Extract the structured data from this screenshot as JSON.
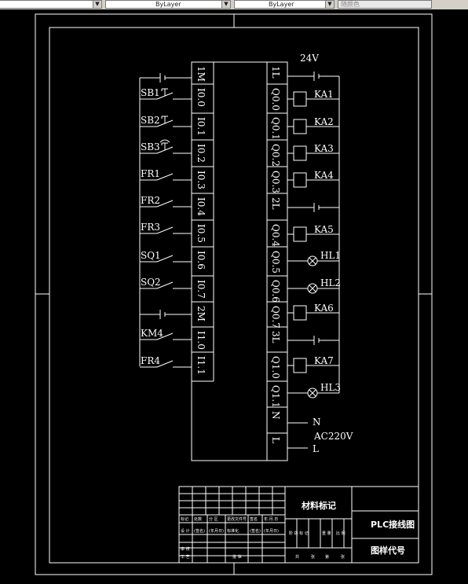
{
  "toolbar": {
    "linetype_value": "ByLayer",
    "lineweight_value": "ByLayer",
    "plotstyle_value": "随颜色"
  },
  "diagram": {
    "supply_dc_label": "24V",
    "input_buttons": [
      "SB1",
      "SB2",
      "SB3"
    ],
    "thermal_relays": [
      "FR1",
      "FR2",
      "FR3"
    ],
    "limit_switches": [
      "SQ1",
      "SQ2"
    ],
    "contact_km4": "KM4",
    "thermal_fr4": "FR4",
    "plc_left_terms": [
      "1M",
      "I0.0",
      "I0.1",
      "I0.2",
      "I0.3",
      "I0.4",
      "I0.5",
      "I0.6",
      "I0.7",
      "2M",
      "I1.0",
      "I1.1"
    ],
    "plc_right_terms": [
      "1L",
      "Q0.0",
      "Q0.1",
      "Q0.2",
      "Q0.3",
      "2L",
      "Q0.4",
      "Q0.5",
      "Q0.6",
      "Q0.7",
      "3L",
      "Q1.0",
      "Q1.1",
      "N",
      "L"
    ],
    "relays": [
      "KA1",
      "KA2",
      "KA3",
      "KA4",
      "KA5",
      "KA6",
      "KA7"
    ],
    "lamps": [
      "HL1",
      "HL2",
      "HL3"
    ],
    "ac_n": "N",
    "ac_voltage": "AC220V",
    "ac_l": "L"
  },
  "title_block": {
    "material_mark": "材料标记",
    "drawing_name": "PLC接线图",
    "drawing_code": "图样代号",
    "small_row1": [
      "标记",
      "处数",
      "分 区",
      "更改文件号",
      "签名",
      "年.月.日"
    ],
    "small_row2": [
      "设 计",
      "(签名)",
      "(年月日)",
      "标准化",
      "(签名)",
      "(年月日)"
    ],
    "small_row3": [
      "审 核",
      "工 艺",
      "批 准"
    ],
    "small_row4": [
      "阶 段 标 记",
      "重 量",
      "比 例"
    ],
    "small_row5": [
      "共",
      "张",
      "第",
      "张"
    ]
  }
}
